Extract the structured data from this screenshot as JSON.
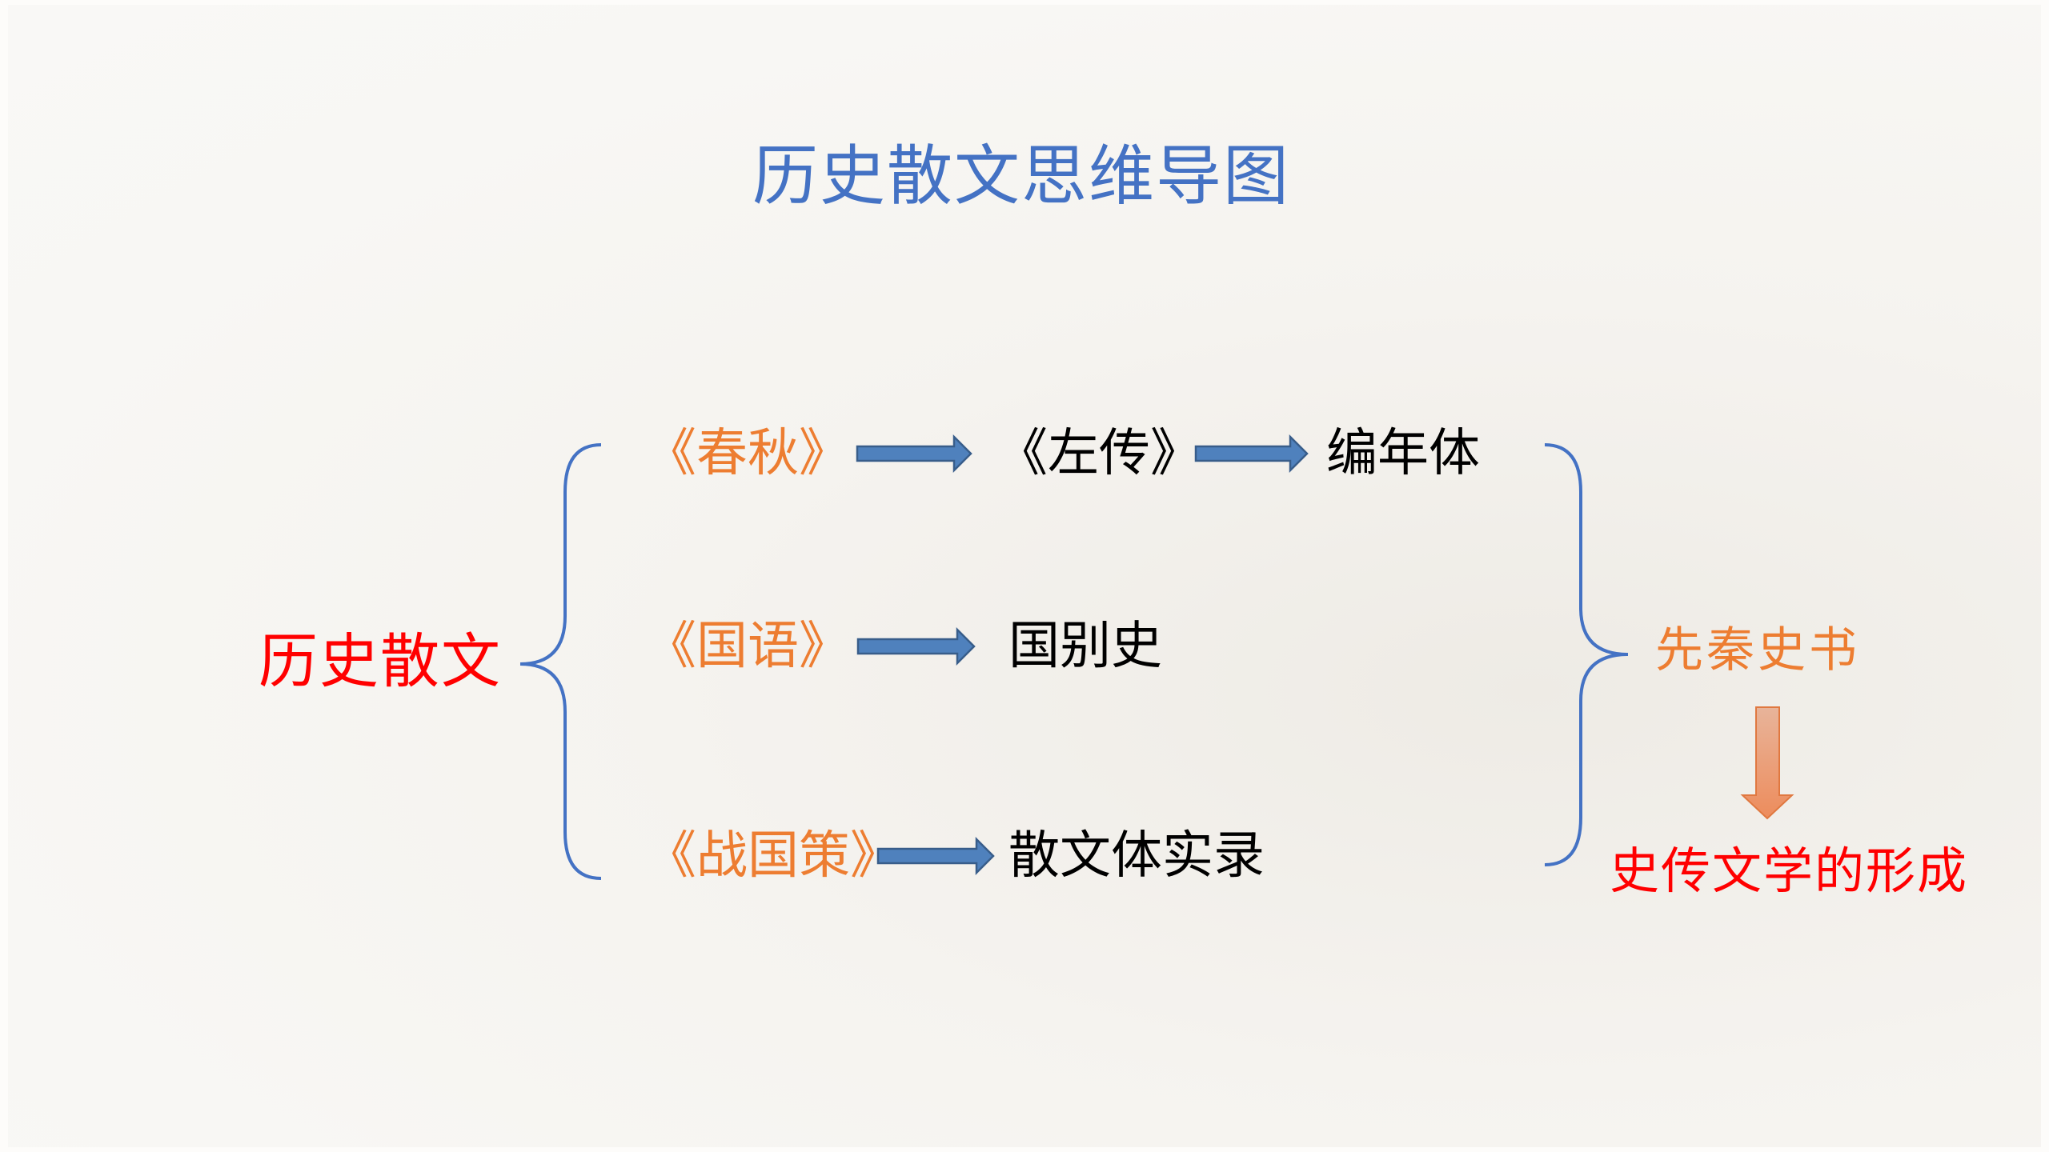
{
  "title": "历史散文思维导图",
  "root": "历史散文",
  "rows": [
    {
      "book": "《春秋》",
      "middle": "《左传》",
      "result": "编年体"
    },
    {
      "book": "《国语》",
      "result": "国别史"
    },
    {
      "book": "《战国策》",
      "result": "散文体实录"
    }
  ],
  "conclusion": "先秦史书",
  "final": "史传文学的形成",
  "colors": {
    "title": "#4472c4",
    "root": "#ff0000",
    "book": "#ed7d31",
    "arrow": "#4f81bd",
    "brace": "#4472c4"
  }
}
